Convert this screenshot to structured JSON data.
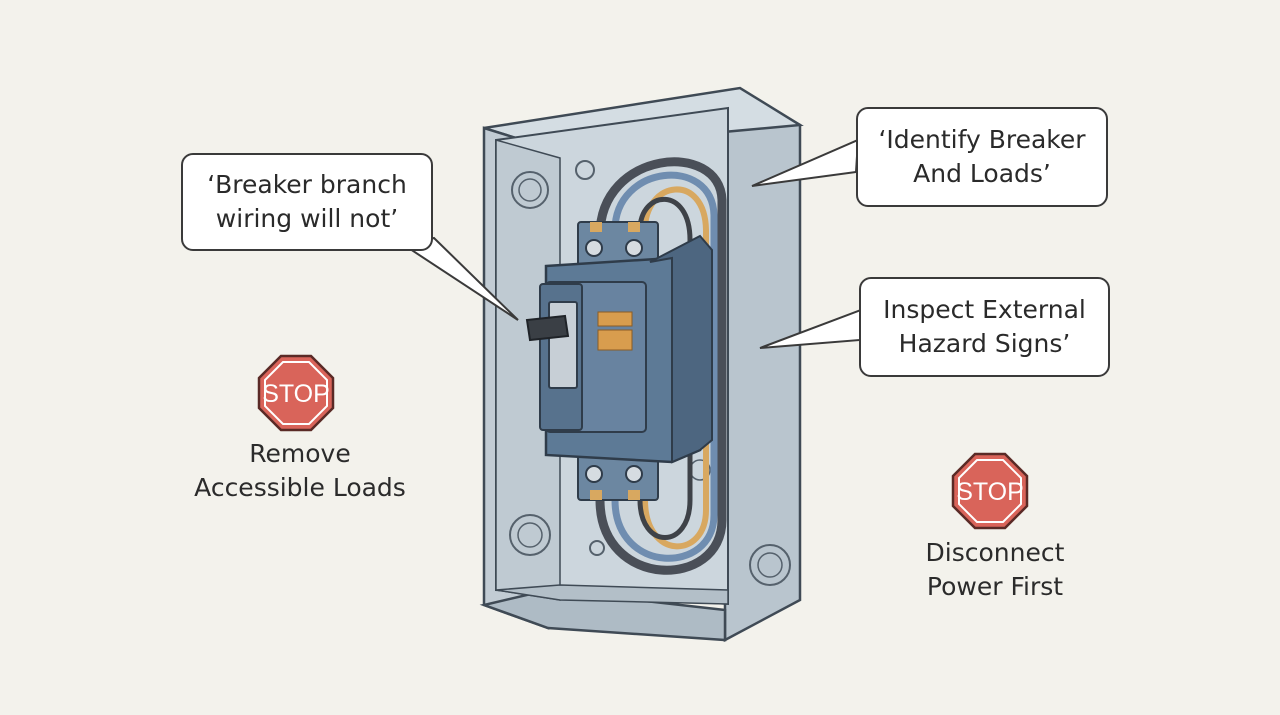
{
  "callouts": {
    "left": {
      "line1": "‘Breaker branch",
      "line2": "wiring will not’"
    },
    "top_right": {
      "line1": "‘Identify Breaker",
      "line2": "And Loads’"
    },
    "mid_right": {
      "line1": "Inspect External",
      "line2": "Hazard Signs’"
    }
  },
  "stops": {
    "left": {
      "sign": "STOP",
      "line1": "Remove",
      "line2": "Accessible Loads"
    },
    "right": {
      "sign": "STOP",
      "line1": "Disconnect",
      "line2": "Power First"
    }
  },
  "colors": {
    "background": "#f3f2ec",
    "box": "#c9d3da",
    "breaker": "#5d7a96",
    "stop_red": "#d9645a",
    "wire_tan": "#d8a860",
    "wire_blue": "#6f8db0",
    "wire_dark": "#4a4f58"
  }
}
